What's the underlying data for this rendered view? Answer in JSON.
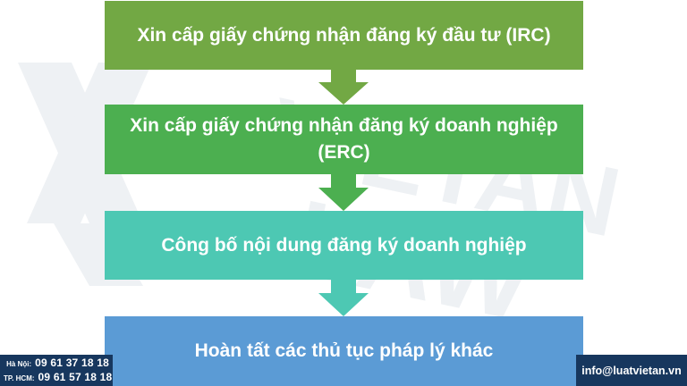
{
  "steps": [
    {
      "label": "Xin cấp giấy chứng nhận đăng ký đầu tư (IRC)",
      "color": "#72a844"
    },
    {
      "label": "Xin cấp giấy chứng nhận đăng ký doanh nghiệp (ERC)",
      "color": "#4caf50"
    },
    {
      "label": "Công bố nội dung đăng ký doanh nghiệp",
      "color": "#4dc8b3"
    },
    {
      "label": "Hoàn tất các thủ tục pháp lý khác",
      "color": "#5b9bd5"
    }
  ],
  "arrow_colors": [
    "#72a844",
    "#4caf50",
    "#4dc8b3"
  ],
  "watermark": {
    "line1": "VIETAN",
    "line2": "LAW"
  },
  "contact": {
    "hanoi_label": "Hà Nội:",
    "hanoi_phone": "09 61 37 18 18",
    "hcm_label": "TP. HCM:",
    "hcm_phone": "09 61 57 18 18",
    "email": "info@luatvietan.vn"
  }
}
